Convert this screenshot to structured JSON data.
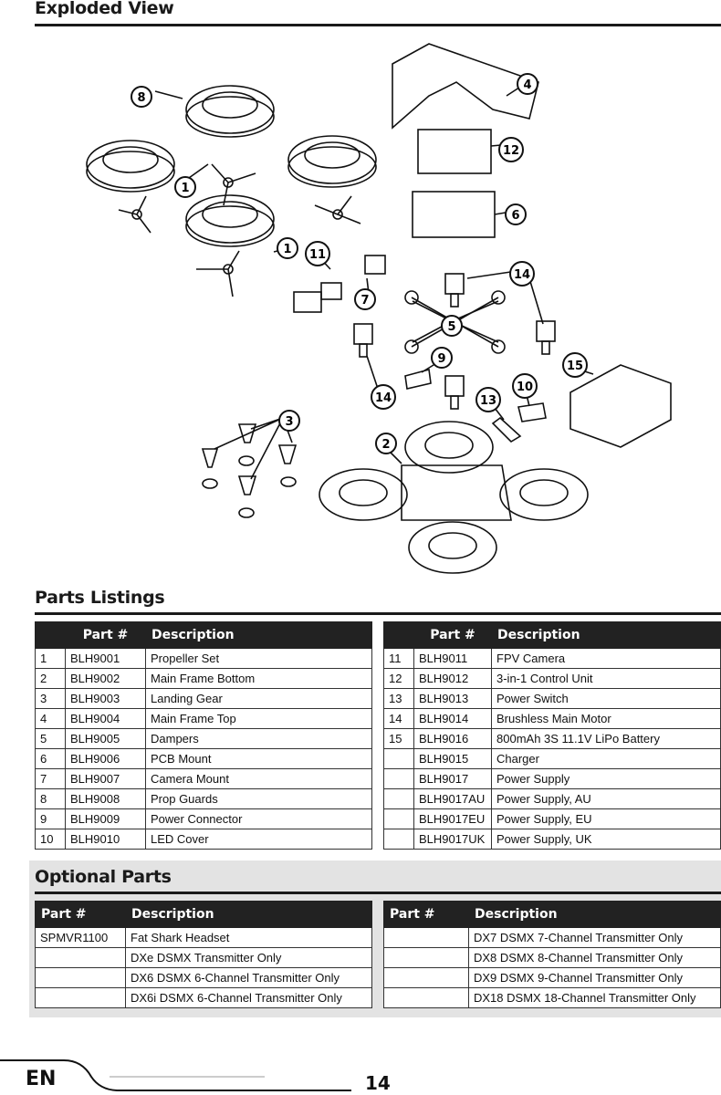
{
  "sections": {
    "exploded_view": "Exploded View",
    "parts_listings": "Parts Listings",
    "optional_parts": "Optional Parts"
  },
  "diagram_callouts": [
    "8",
    "4",
    "12",
    "1",
    "6",
    "1",
    "11",
    "14",
    "7",
    "5",
    "9",
    "15",
    "14",
    "13",
    "10",
    "3",
    "2"
  ],
  "parts_table": {
    "headers": {
      "num": "",
      "part": "Part #",
      "desc": "Description"
    },
    "left": [
      {
        "n": "1",
        "part": "BLH9001",
        "desc": "Propeller Set"
      },
      {
        "n": "2",
        "part": "BLH9002",
        "desc": "Main Frame Bottom"
      },
      {
        "n": "3",
        "part": "BLH9003",
        "desc": "Landing Gear"
      },
      {
        "n": "4",
        "part": "BLH9004",
        "desc": "Main Frame Top"
      },
      {
        "n": "5",
        "part": "BLH9005",
        "desc": "Dampers"
      },
      {
        "n": "6",
        "part": "BLH9006",
        "desc": "PCB Mount"
      },
      {
        "n": "7",
        "part": "BLH9007",
        "desc": "Camera Mount"
      },
      {
        "n": "8",
        "part": "BLH9008",
        "desc": "Prop Guards"
      },
      {
        "n": "9",
        "part": "BLH9009",
        "desc": "Power Connector"
      },
      {
        "n": "10",
        "part": "BLH9010",
        "desc": "LED Cover"
      }
    ],
    "right": [
      {
        "n": "11",
        "part": "BLH9011",
        "desc": "FPV Camera"
      },
      {
        "n": "12",
        "part": "BLH9012",
        "desc": "3-in-1 Control Unit"
      },
      {
        "n": "13",
        "part": "BLH9013",
        "desc": "Power Switch"
      },
      {
        "n": "14",
        "part": "BLH9014",
        "desc": "Brushless Main Motor"
      },
      {
        "n": "15",
        "part": "BLH9016",
        "desc": "800mAh 3S 11.1V  LiPo Battery"
      },
      {
        "n": "",
        "part": "BLH9015",
        "desc": "Charger"
      },
      {
        "n": "",
        "part": "BLH9017",
        "desc": "Power Supply"
      },
      {
        "n": "",
        "part": "BLH9017AU",
        "desc": "Power Supply, AU"
      },
      {
        "n": "",
        "part": "BLH9017EU",
        "desc": "Power Supply, EU"
      },
      {
        "n": "",
        "part": "BLH9017UK",
        "desc": "Power Supply, UK"
      }
    ]
  },
  "optional_table": {
    "headers": {
      "part": "Part #",
      "desc": "Description"
    },
    "left": [
      {
        "part": "SPMVR1100",
        "desc": "Fat Shark Headset"
      },
      {
        "part": "",
        "desc": "DXe DSMX Transmitter Only"
      },
      {
        "part": "",
        "desc": "DX6 DSMX 6-Channel Transmitter Only"
      },
      {
        "part": "",
        "desc": "DX6i DSMX 6-Channel Transmitter Only"
      }
    ],
    "right": [
      {
        "part": "",
        "desc": "DX7 DSMX 7-Channel Transmitter Only"
      },
      {
        "part": "",
        "desc": "DX8 DSMX 8-Channel Transmitter Only"
      },
      {
        "part": "",
        "desc": "DX9 DSMX 9-Channel Transmitter Only"
      },
      {
        "part": "",
        "desc": "DX18 DSMX 18-Channel Transmitter Only"
      }
    ]
  },
  "footer": {
    "lang": "EN",
    "page": "14"
  }
}
